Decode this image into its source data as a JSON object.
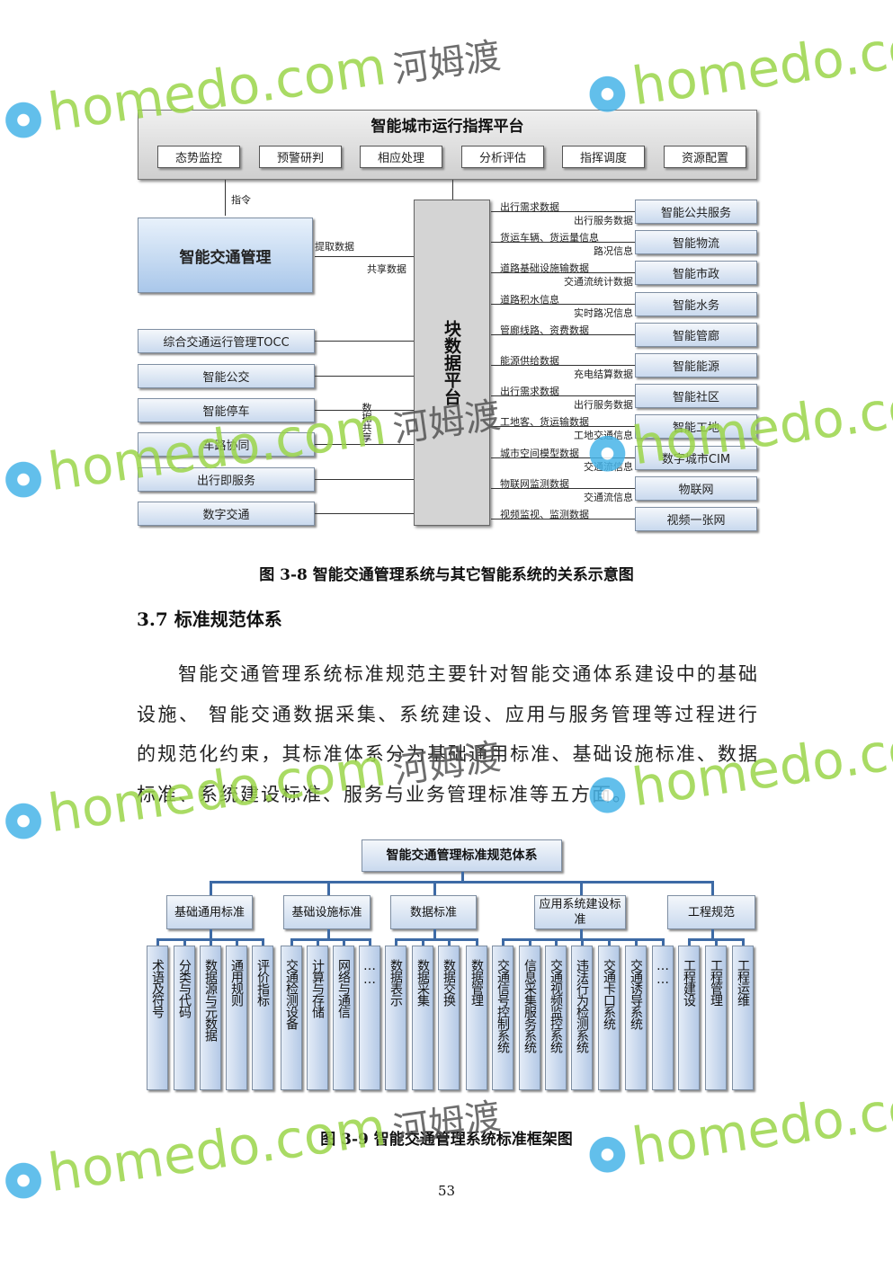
{
  "fig1": {
    "platform_title": "智能城市运行指挥平台",
    "platform_items": [
      "态势监控",
      "预警研判",
      "相应处理",
      "分析评估",
      "指挥调度",
      "资源配置"
    ],
    "command_label": "指令",
    "itm_box": "智能交通管理",
    "extract_label": "提取数据",
    "share_label": "共享数据",
    "center_box": "块数据平台",
    "data_share_label": "数据共享",
    "left_boxes": [
      "综合交通运行管理TOCC",
      "智能公交",
      "智能停车",
      "车路协同",
      "出行即服务",
      "数字交通"
    ],
    "right": [
      {
        "box": "智能公共服务",
        "top": "出行需求数据",
        "bottom": "出行服务数据"
      },
      {
        "box": "智能物流",
        "top": "货运车辆、货运量信息",
        "bottom": "路况信息"
      },
      {
        "box": "智能市政",
        "top": "道路基础设施输数据",
        "bottom": "交通流统计数据"
      },
      {
        "box": "智能水务",
        "top": "道路积水信息",
        "bottom": "实时路况信息"
      },
      {
        "box": "智能管廊",
        "top": "管廊线路、资费数据",
        "bottom": ""
      },
      {
        "box": "智能能源",
        "top": "能源供给数据",
        "bottom": "充电结算数据"
      },
      {
        "box": "智能社区",
        "top": "出行需求数据",
        "bottom": "出行服务数据"
      },
      {
        "box": "智能工地",
        "top": "工地客、货运输数据",
        "bottom": "工地交通信息"
      },
      {
        "box": "数字城市CIM",
        "top": "城市空间模型数据",
        "bottom": "交通流信息"
      },
      {
        "box": "物联网",
        "top": "物联网监测数据",
        "bottom": "交通流信息"
      },
      {
        "box": "视频一张网",
        "top": "视频监视、监测数据",
        "bottom": ""
      }
    ],
    "caption": "图 3-8 智能交通管理系统与其它智能系统的关系示意图"
  },
  "section": {
    "heading": "3.7 标准规范体系",
    "paragraph": "智能交通管理系统标准规范主要针对智能交通体系建设中的基础设施、  智能交通数据采集、系统建设、应用与服务管理等过程进行的规范化约束，其标准体系分为基础通用标准、基础设施标准、数据标准、系统建设标准、服务与业务管理标准等五方面。"
  },
  "fig2": {
    "root": "智能交通管理标准规范体系",
    "groups": [
      "基础通用标准",
      "基础设施标准",
      "数据标准",
      "应用系统建设标准",
      "工程规范"
    ],
    "leaves": [
      "术语及符号",
      "分类与代码",
      "数据源与元数据",
      "通用规则",
      "评价指标",
      "交通检测设备",
      "计算与存储",
      "网络与通信",
      "……",
      "数据表示",
      "数据采集",
      "数据交换",
      "数据管理",
      "交通信号控制系统",
      "信息采集服务系统",
      "交通视频监控系统",
      "违法行为检测系统",
      "交通卡口系统",
      "交通诱导系统",
      "……",
      "工程建设",
      "工程管理",
      "工程运维"
    ],
    "caption": "图 3-9 智能交通管理系统标准框架图"
  },
  "page_number": "53",
  "watermark": {
    "en": "homedo.com",
    "cn": "河姆渡"
  }
}
